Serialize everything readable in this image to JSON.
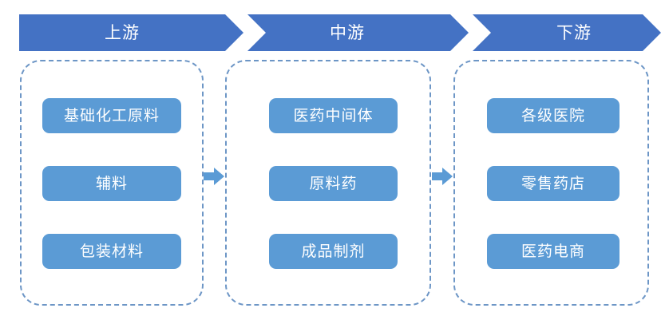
{
  "diagram": {
    "title_row": {
      "segments": [
        {
          "label": "上游"
        },
        {
          "label": "中游"
        },
        {
          "label": "下游"
        }
      ]
    },
    "colors": {
      "banner_blue": "#4472C4",
      "pill_blue": "#5B9BD5",
      "dashed_border_blue": "#6D96C6",
      "arrow_blue": "#5B9BD5",
      "banner_text": "#FFFFFF",
      "pill_text": "#FFFFFF",
      "background": "#FFFFFF"
    },
    "stages": [
      {
        "name": "upstream",
        "items": [
          {
            "label": "基础化工原料"
          },
          {
            "label": "辅料"
          },
          {
            "label": "包装材料"
          }
        ]
      },
      {
        "name": "midstream",
        "items": [
          {
            "label": "医药中间体"
          },
          {
            "label": "原料药"
          },
          {
            "label": "成品制剂"
          }
        ]
      },
      {
        "name": "downstream",
        "items": [
          {
            "label": "各级医院"
          },
          {
            "label": "零售药店"
          },
          {
            "label": "医药电商"
          }
        ]
      }
    ],
    "connectors": [
      {
        "icon": "arrow-right-icon"
      },
      {
        "icon": "arrow-right-icon"
      }
    ]
  }
}
